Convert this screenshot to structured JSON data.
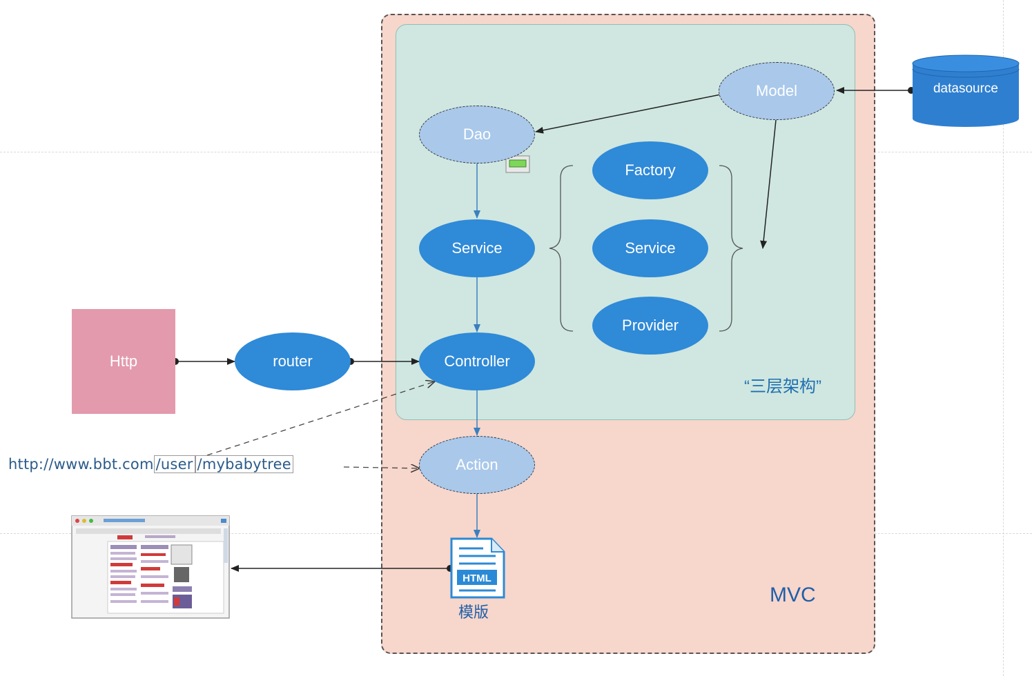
{
  "diagram": {
    "external": {
      "http": "Http",
      "router": "router",
      "url": {
        "prefix": "http://www.bbt.com",
        "sep1": "/",
        "user": "user",
        "sep2": "/",
        "page": "mybabytree"
      },
      "datasource": "datasource"
    },
    "mvc": {
      "label": "MVC",
      "layer_label": "“三层架构”",
      "nodes": {
        "model": "Model",
        "dao": "Dao",
        "service": "Service",
        "factory": "Factory",
        "service_right": "Service",
        "provider": "Provider",
        "controller": "Controller",
        "action": "Action"
      },
      "template": {
        "icon_text": "HTML",
        "label": "模版"
      }
    },
    "icons": [
      "html-file-icon",
      "browser-page-icon",
      "database-icon",
      "battery-indicator-icon"
    ],
    "colors": {
      "mvc_background": "#f7d6cc",
      "layer_background": "#cfe7e0",
      "node_solid": "#2f8ad8",
      "node_light": "#a9c8ea",
      "http_box": "#e39aad",
      "label_blue": "#1f5fa8"
    }
  }
}
